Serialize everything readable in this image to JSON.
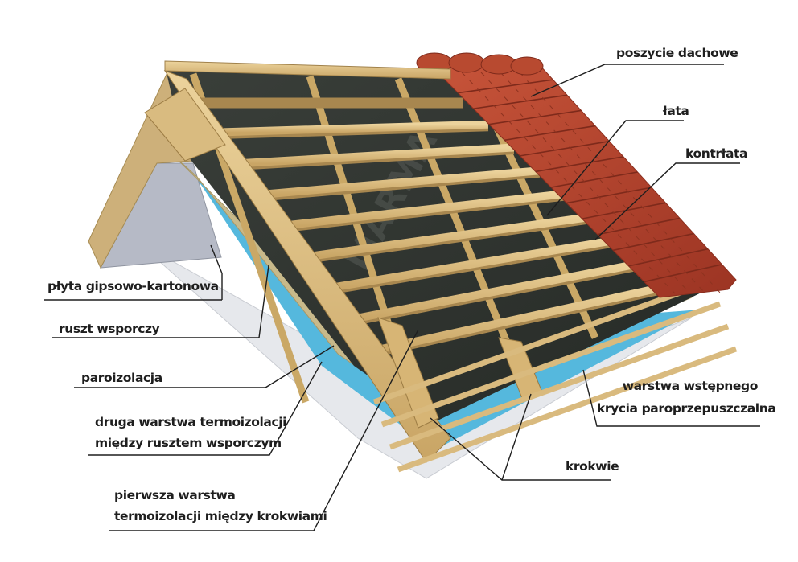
{
  "labels": {
    "poszycie": "poszycie dachowe",
    "lata": "łata",
    "kontrlata": "kontrłata",
    "plyta": "płyta gipsowo-kartonowa",
    "ruszt": "ruszt wsporczy",
    "paroizolacja": "paroizolacja",
    "druga_1": "druga warstwa termoizolacji",
    "druga_2": "między rusztem wsporczym",
    "warstwa_1": "warstwa wstępnego",
    "warstwa_2": "krycia paroprzepuszczalna",
    "krokwie": "krokwie",
    "pierwsza_1": "pierwsza warstwa",
    "pierwsza_2": "termoizolacji między krokwiami"
  },
  "watermark": "MARMA",
  "colors": {
    "membrane": "#303530",
    "wood": "#d9b97a",
    "tile": "#b5432c",
    "insulation": "#c8b98a",
    "vapor": "#55b8dd",
    "gypsum": "#b6bac6",
    "leader": "#1e1e1e"
  }
}
